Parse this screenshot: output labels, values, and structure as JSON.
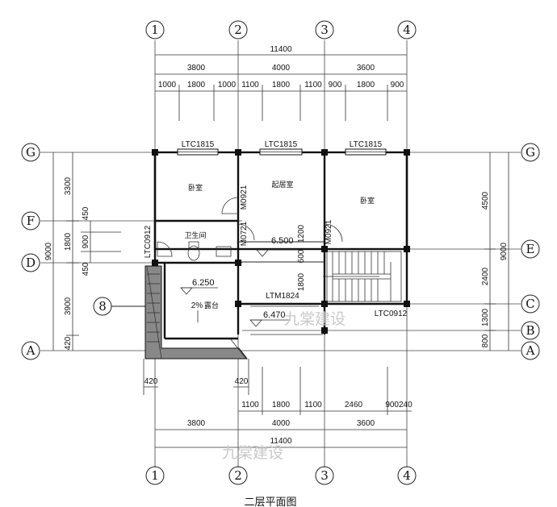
{
  "axes_columns": [
    "1",
    "2",
    "3",
    "4"
  ],
  "axes_rows": [
    "G",
    "F",
    "D",
    "E",
    "C",
    "B",
    "A"
  ],
  "special_axis": "8",
  "dims_top_total": "11400",
  "dims_top_bays": [
    "3800",
    "4000",
    "3600"
  ],
  "dims_top_detail": [
    "1000",
    "1800",
    "1000",
    "1100",
    "1800",
    "1100",
    "900",
    "1800",
    "900"
  ],
  "dims_bottom_detail": [
    "1100",
    "1800",
    "1100",
    "2460",
    "900240"
  ],
  "dims_bottom_bays": [
    "3800",
    "4000",
    "3600"
  ],
  "dims_bottom_total": "11400",
  "dims_bottom_small": [
    "420",
    "420"
  ],
  "dims_left_total": "9000",
  "dims_left_parts": [
    "3300",
    "1800",
    "3900",
    "420"
  ],
  "dims_left_detail": [
    "450",
    "900",
    "450"
  ],
  "dims_right_total": "9000",
  "dims_right_parts": [
    "4500",
    "2400",
    "1300",
    "800"
  ],
  "windows": [
    "LTC1815",
    "LTC1815",
    "LTC1815"
  ],
  "rooms": {
    "bedroom_left": "卧室",
    "living": "起居室",
    "bedroom_right": "卧室",
    "bathroom": "卫生间",
    "terrace": "露台"
  },
  "labels": {
    "ltc0912_left": "LTC0912",
    "ltc0912_right": "LTC0912",
    "m0921_a": "M0921",
    "m0921_b": "M0921",
    "m0721": "M0721",
    "ltm1824": "LTM1824",
    "slope": "2%",
    "dim_1200": "1200",
    "dim_600": "600",
    "dim_1800v": "1800"
  },
  "elevations": [
    "6.500",
    "6.250",
    "6.470"
  ],
  "watermark": "九棠建设",
  "title": "二层平面图"
}
